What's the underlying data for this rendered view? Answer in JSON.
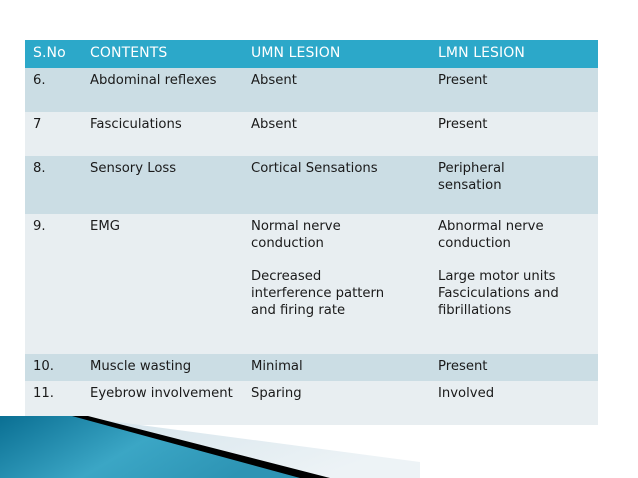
{
  "slide": {
    "decoration": {
      "name": "corner-swoosh-decoration",
      "teal_dark": "#0a6f93",
      "teal_light": "#3fa8c7",
      "black_stripe": "#000000",
      "pale_blue": "#dbe7ee"
    },
    "background_color": "#ffffff"
  },
  "table": {
    "name": "umn-lmn-comparison-table",
    "header_color": "#2ca8c9",
    "header_text_color": "#ffffff",
    "row_band_dark": "#cbdde4",
    "row_band_light": "#e8eef1",
    "columns": [
      {
        "key": "sno",
        "label": "S.No"
      },
      {
        "key": "contents",
        "label": "CONTENTS"
      },
      {
        "key": "umn",
        "label": "UMN LESION"
      },
      {
        "key": "lmn",
        "label": "LMN LESION"
      }
    ],
    "rows": [
      {
        "sno": "6.",
        "contents": "Abdominal reflexes",
        "umn": [
          "Absent"
        ],
        "lmn": [
          "Present"
        ]
      },
      {
        "sno": "7",
        "contents": "Fasciculations",
        "umn": [
          "Absent"
        ],
        "lmn": [
          "Present"
        ]
      },
      {
        "sno": "8.",
        "contents": "Sensory Loss",
        "umn": [
          "Cortical Sensations"
        ],
        "lmn": [
          "Peripheral",
          "sensation"
        ]
      },
      {
        "sno": "9.",
        "contents": "EMG",
        "umn": [
          "Normal nerve",
          "conduction",
          "",
          "Decreased",
          "interference pattern",
          "and firing rate"
        ],
        "lmn": [
          "Abnormal nerve",
          "conduction",
          "",
          "Large motor units",
          "Fasciculations and",
          "fibrillations"
        ]
      },
      {
        "sno": "10.",
        "contents": "Muscle wasting",
        "umn": [
          "Minimal"
        ],
        "lmn": [
          "Present"
        ]
      },
      {
        "sno": "11.",
        "contents": "Eyebrow involvement",
        "umn": [
          "Sparing"
        ],
        "lmn": [
          "Involved"
        ]
      }
    ]
  }
}
